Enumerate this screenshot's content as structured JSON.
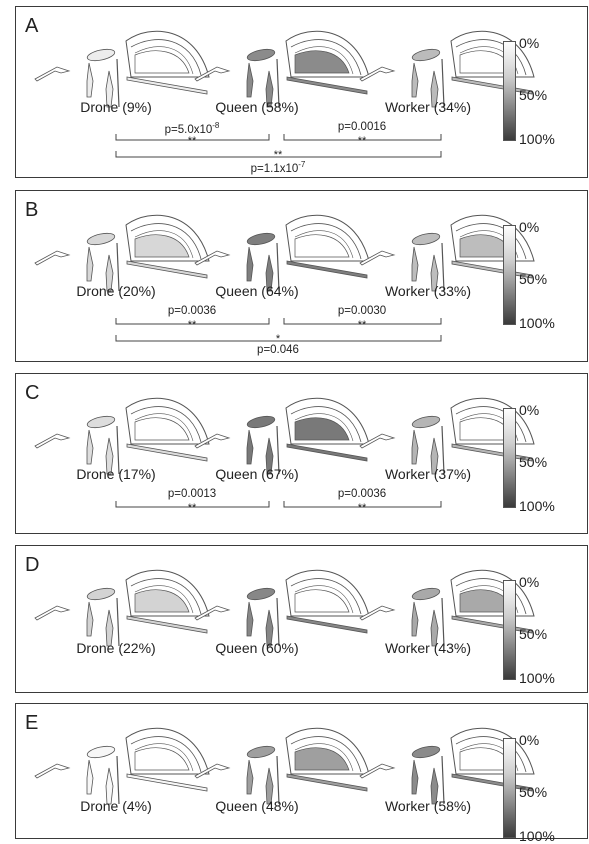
{
  "panels": [
    {
      "letter": "A",
      "castes": [
        {
          "name": "Drone",
          "pct": "Drone (9%)",
          "intensity": 0.09
        },
        {
          "name": "Queen",
          "pct": "Queen (58%)",
          "intensity": 0.58
        },
        {
          "name": "Worker",
          "pct": "Worker (34%)",
          "intensity": 0.34
        }
      ],
      "comparisons": {
        "left": {
          "p": "p=5.0x10",
          "exp": "-8",
          "stars": "**"
        },
        "right": {
          "p": "p=0.0016",
          "exp": "",
          "stars": "**"
        },
        "outer": {
          "p": "p=1.1x10",
          "exp": "-7",
          "stars": "**"
        }
      }
    },
    {
      "letter": "B",
      "castes": [
        {
          "name": "Drone",
          "pct": "Drone (20%)",
          "intensity": 0.2
        },
        {
          "name": "Queen",
          "pct": "Queen (64%)",
          "intensity": 0.64
        },
        {
          "name": "Worker",
          "pct": "Worker (33%)",
          "intensity": 0.33
        }
      ],
      "comparisons": {
        "left": {
          "p": "p=0.0036",
          "exp": "",
          "stars": "**"
        },
        "right": {
          "p": "p=0.0030",
          "exp": "",
          "stars": "**"
        },
        "outer": {
          "p": "p=0.046",
          "exp": "",
          "stars": "*"
        }
      }
    },
    {
      "letter": "C",
      "castes": [
        {
          "name": "Drone",
          "pct": "Drone (17%)",
          "intensity": 0.17
        },
        {
          "name": "Queen",
          "pct": "Queen (67%)",
          "intensity": 0.67
        },
        {
          "name": "Worker",
          "pct": "Worker (37%)",
          "intensity": 0.37
        }
      ],
      "comparisons": {
        "left": {
          "p": "p=0.0013",
          "exp": "",
          "stars": "**"
        },
        "right": {
          "p": "p=0.0036",
          "exp": "",
          "stars": "**"
        }
      }
    },
    {
      "letter": "D",
      "castes": [
        {
          "name": "Drone",
          "pct": "Drone (22%)",
          "intensity": 0.22
        },
        {
          "name": "Queen",
          "pct": "Queen (60%)",
          "intensity": 0.6
        },
        {
          "name": "Worker",
          "pct": "Worker (43%)",
          "intensity": 0.43
        }
      ]
    },
    {
      "letter": "E",
      "castes": [
        {
          "name": "Drone",
          "pct": "Drone (4%)",
          "intensity": 0.04
        },
        {
          "name": "Queen",
          "pct": "Queen (48%)",
          "intensity": 0.48
        },
        {
          "name": "Worker",
          "pct": "Worker (58%)",
          "intensity": 0.58
        }
      ]
    }
  ],
  "legend": {
    "ticks": [
      "0%",
      "50%",
      "100%"
    ]
  },
  "colors": {
    "border": "#3a3a3a",
    "outline": "#555555",
    "dark": "#3a3a3a",
    "light": "#ffffff"
  }
}
